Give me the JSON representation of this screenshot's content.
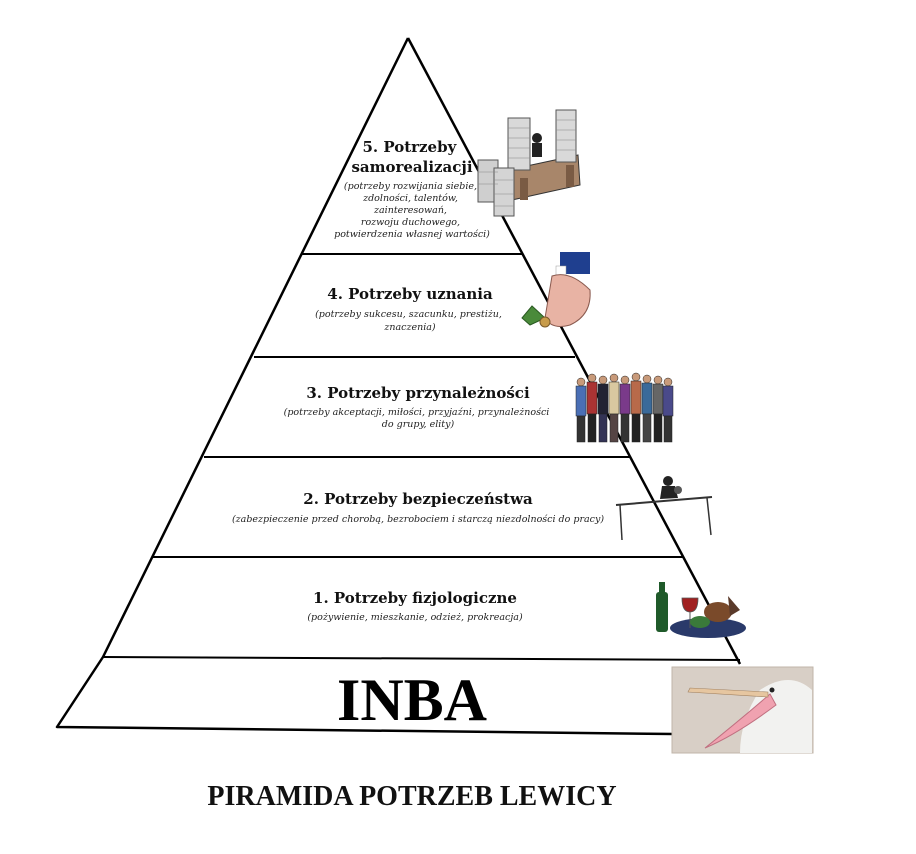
{
  "levels": [
    {
      "title_lines": [
        "5. Potrzeby",
        "samorealizacji"
      ],
      "desc_lines": [
        "(potrzeby rozwijania siebie,",
        "zdolności, talentów,",
        "zainteresowań,",
        "rozwoju duchowego,",
        "potwierdzenia własnej wartości)"
      ]
    },
    {
      "title_lines": [
        "4. Potrzeby uznania"
      ],
      "desc_lines": [
        "(potrzeby sukcesu, szacunku, prestiżu,",
        "znaczenia)"
      ]
    },
    {
      "title_lines": [
        "3. Potrzeby przynależności"
      ],
      "desc_lines": [
        "(potrzeby akceptacji, miłości, przyjaźni, przynależności",
        "do grupy, elity)"
      ]
    },
    {
      "title_lines": [
        "2. Potrzeby bezpieczeństwa"
      ],
      "desc_lines": [
        "(zabezpieczenie przed chorobą, bezrobociem i starczą niezdolności do pracy)"
      ]
    },
    {
      "title_lines": [
        "1. Potrzeby fizjologiczne"
      ],
      "desc_lines": [
        "(pożywienie, mieszkanie, odzież, prokreacja)"
      ]
    }
  ],
  "base": {
    "label": "INBA"
  },
  "caption": "PIRAMIDA POTRZEB LEWICY",
  "illustrations": [
    "office-desk-paperwork-icon",
    "handshake-icon",
    "crowd-people-icon",
    "tightrope-burglar-icon",
    "wine-food-icon",
    "pelican-photo"
  ],
  "colors": {
    "line": "#000000",
    "background": "#ffffff",
    "pelican_beak": "#f0a2b0"
  }
}
